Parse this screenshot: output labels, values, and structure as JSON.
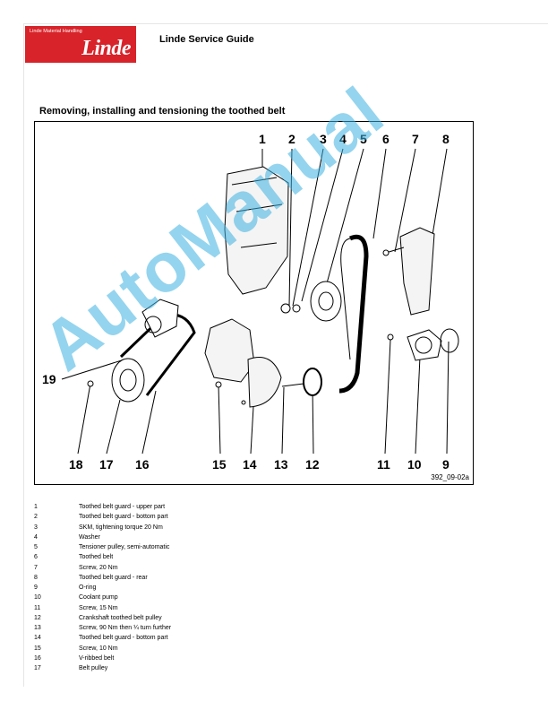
{
  "header": {
    "logo_tagline": "Linde Material Handling",
    "logo_brand": "Linde",
    "title": "Linde Service Guide"
  },
  "section_title": "Removing, installing and tensioning the toothed belt",
  "figure": {
    "callouts_top": [
      "1",
      "2",
      "3",
      "4",
      "5",
      "6",
      "7",
      "8"
    ],
    "callouts_bottom": [
      "18",
      "17",
      "16",
      "15",
      "14",
      "13",
      "12",
      "11",
      "10",
      "9"
    ],
    "callout_side": "19",
    "figure_code": "392_09-02a"
  },
  "legend": [
    {
      "num": "1",
      "text": "Toothed belt guard - upper part"
    },
    {
      "num": "2",
      "text": "Toothed belt guard - bottom part"
    },
    {
      "num": "3",
      "text": "SKM, tightening torque 20 Nm"
    },
    {
      "num": "4",
      "text": "Washer"
    },
    {
      "num": "5",
      "text": "Tensioner pulley, semi-automatic"
    },
    {
      "num": "6",
      "text": "Toothed belt"
    },
    {
      "num": "7",
      "text": "Screw, 20 Nm"
    },
    {
      "num": "8",
      "text": "Toothed belt guard - rear"
    },
    {
      "num": "9",
      "text": "O-ring"
    },
    {
      "num": "10",
      "text": "Coolant pump"
    },
    {
      "num": "11",
      "text": "Screw, 15 Nm"
    },
    {
      "num": "12",
      "text": "Crankshaft toothed belt pulley"
    },
    {
      "num": "13",
      "text": "Screw, 90 Nm then ¼ turn further"
    },
    {
      "num": "14",
      "text": "Toothed belt guard - bottom part"
    },
    {
      "num": "15",
      "text": "Screw, 10 Nm"
    },
    {
      "num": "16",
      "text": "V-ribbed belt"
    },
    {
      "num": "17",
      "text": "Belt pulley"
    }
  ],
  "watermark": "AutoManual",
  "colors": {
    "brand_red": "#d8232a",
    "watermark_blue": "#3db0e0"
  }
}
